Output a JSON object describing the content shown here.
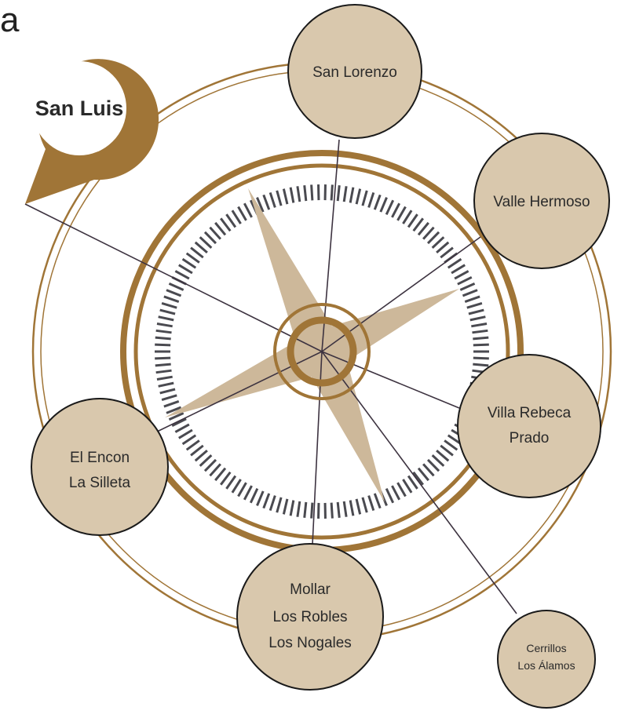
{
  "panel_label": "a",
  "colors": {
    "brown": "#a07537",
    "node_fill": "#d9c8ad",
    "node_stroke": "#1a1a1a",
    "star_fill": "#cdb89a",
    "tick_color": "#4a4a50",
    "line_color": "#3d3340"
  },
  "hub": {
    "label": "San Luis"
  },
  "nodes": [
    {
      "id": "san-lorenzo",
      "lines": [
        "San Lorenzo"
      ]
    },
    {
      "id": "valle-hermoso",
      "lines": [
        "Valle Hermoso"
      ]
    },
    {
      "id": "villa-rebeca-prado",
      "lines": [
        "Villa Rebeca",
        "Prado"
      ]
    },
    {
      "id": "cerrillos-los-alamos",
      "lines": [
        "Cerrillos",
        "Los Álamos"
      ]
    },
    {
      "id": "mollar-los-robles-los-nogales",
      "lines": [
        "Mollar",
        "Los Robles",
        "Los Nogales"
      ]
    },
    {
      "id": "el-encon-la-silleta",
      "lines": [
        "El Encon",
        "La Silleta"
      ]
    }
  ]
}
